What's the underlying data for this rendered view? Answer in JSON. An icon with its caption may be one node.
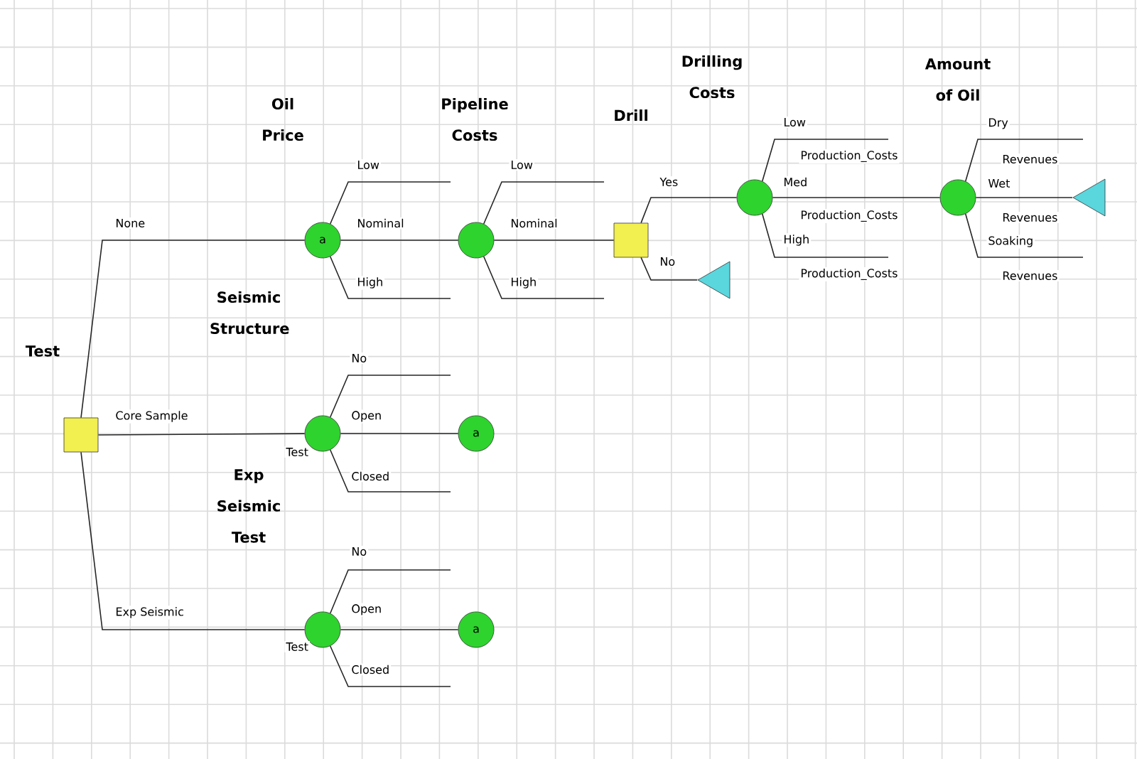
{
  "diagram": {
    "nodes": [
      {
        "text": [
          "Test"
        ]
      },
      {
        "text": [
          "a"
        ]
      },
      {
        "text": [],
        "shape": "circle"
      },
      {
        "text": [],
        "shape": "box"
      },
      {
        "text": [],
        "shape": "triangle"
      },
      {
        "text": [],
        "shape": "circle"
      },
      {
        "text": [],
        "shape": "circle"
      },
      {
        "text": [],
        "shape": "triangle"
      },
      {
        "text": [],
        "shape": "circle"
      },
      {
        "text": [
          "a"
        ]
      },
      {
        "text": [],
        "shape": "circle"
      },
      {
        "text": [
          "a"
        ]
      }
    ],
    "edges": [
      {
        "from": 0,
        "to": 1,
        "arrow": "none",
        "label": "None"
      },
      {
        "from": 0,
        "to": 8,
        "arrow": "none",
        "label": "Core Sample"
      },
      {
        "from": 0,
        "to": 10,
        "arrow": "none",
        "label": "Exp Seismic"
      },
      {
        "from": 1,
        "to": null,
        "arrow": "none",
        "label": "Low"
      },
      {
        "from": 1,
        "to": 2,
        "arrow": "none",
        "label": "Nominal"
      },
      {
        "from": 1,
        "to": null,
        "arrow": "none",
        "label": "High"
      },
      {
        "from": 2,
        "to": null,
        "arrow": "none",
        "label": "Low"
      },
      {
        "from": 2,
        "to": 3,
        "arrow": "none",
        "label": "Nominal"
      },
      {
        "from": 2,
        "to": null,
        "arrow": "none",
        "label": "High"
      },
      {
        "from": 3,
        "to": 5,
        "arrow": "none",
        "label": "Yes"
      },
      {
        "from": 3,
        "to": 4,
        "arrow": "none",
        "label": "No"
      },
      {
        "from": 5,
        "to": null,
        "arrow": "none",
        "label": "Low"
      },
      {
        "from": 5,
        "to": 6,
        "arrow": "none",
        "label": "Med"
      },
      {
        "from": 5,
        "to": null,
        "arrow": "none",
        "label": "High"
      },
      {
        "from": 6,
        "to": null,
        "arrow": "none",
        "label": "Dry"
      },
      {
        "from": 6,
        "to": 7,
        "arrow": "none",
        "label": "Wet"
      },
      {
        "from": 6,
        "to": null,
        "arrow": "none",
        "label": "Soaking"
      },
      {
        "from": 8,
        "to": null,
        "arrow": "none",
        "label": "No"
      },
      {
        "from": 8,
        "to": 9,
        "arrow": "none",
        "label": "Open"
      },
      {
        "from": 8,
        "to": null,
        "arrow": "none",
        "label": "Closed"
      },
      {
        "from": 10,
        "to": null,
        "arrow": "none",
        "label": "No"
      },
      {
        "from": 10,
        "to": 11,
        "arrow": "none",
        "label": "Open"
      },
      {
        "from": 10,
        "to": null,
        "arrow": "none",
        "label": "Closed"
      }
    ],
    "labels": [
      "Drilling Costs",
      "Amount of Oil",
      "Oil Price",
      "Pipeline Costs",
      "Drill",
      "Seismic Structure",
      "Exp Seismic Test",
      "Production_Costs",
      "Revenues",
      "Production_Costs",
      "Revenues",
      "Production_Costs",
      "Revenues",
      "Test",
      "Test"
    ]
  }
}
